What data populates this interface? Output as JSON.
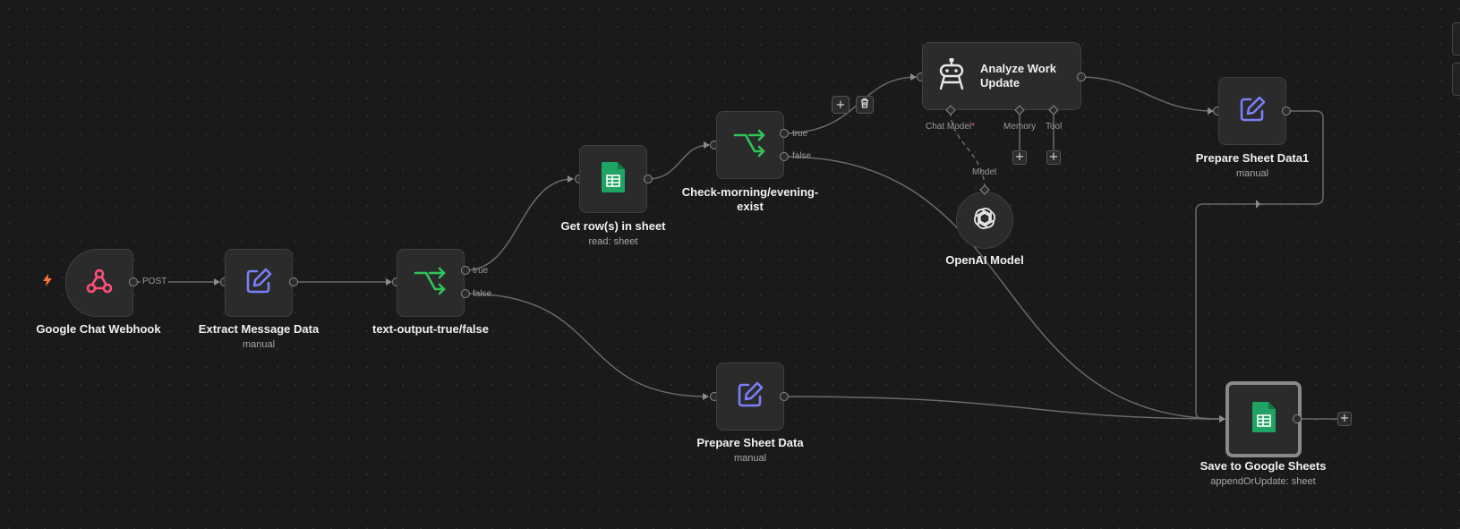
{
  "colors": {
    "canvas_bg": "#1a1a1a",
    "node_bg": "#2b2b2b",
    "edge": "#6a6a6a",
    "webhook": "#ff4f7a",
    "edit": "#7b7ff5",
    "branch": "#30c45a",
    "sheets": "#1fa463",
    "trigger_bolt": "#ff6d3a",
    "required": "#ff5d5d"
  },
  "nodes": {
    "webhook": {
      "title": "Google Chat Webhook",
      "icon": "webhook-icon",
      "edge_label": "POST"
    },
    "extract": {
      "title": "Extract Message Data",
      "subtitle": "manual",
      "icon": "edit-icon"
    },
    "textoutput": {
      "title": "text-output-true/false",
      "icon": "branch-icon",
      "true_label": "true",
      "false_label": "false"
    },
    "getrows": {
      "title": "Get row(s) in sheet",
      "subtitle": "read: sheet",
      "icon": "google-sheets-icon"
    },
    "check": {
      "title": "Check-morning/evening-exist",
      "icon": "branch-icon",
      "true_label": "true",
      "false_label": "false"
    },
    "analyze": {
      "title": "Analyze Work Update",
      "icon": "robot-icon",
      "chat_model_label": "Chat Model",
      "required_mark": "*",
      "memory_label": "Memory",
      "tool_label": "Tool"
    },
    "openai": {
      "title": "OpenAI Model",
      "icon": "openai-icon",
      "model_label": "Model"
    },
    "prepare1": {
      "title": "Prepare Sheet Data1",
      "subtitle": "manual",
      "icon": "edit-icon"
    },
    "prepare": {
      "title": "Prepare Sheet Data",
      "subtitle": "manual",
      "icon": "edit-icon"
    },
    "save": {
      "title": "Save to Google Sheets",
      "subtitle": "appendOrUpdate: sheet",
      "icon": "google-sheets-icon"
    }
  },
  "controls": {
    "plus_symbol": "+",
    "delete_icon": "trash-icon"
  }
}
